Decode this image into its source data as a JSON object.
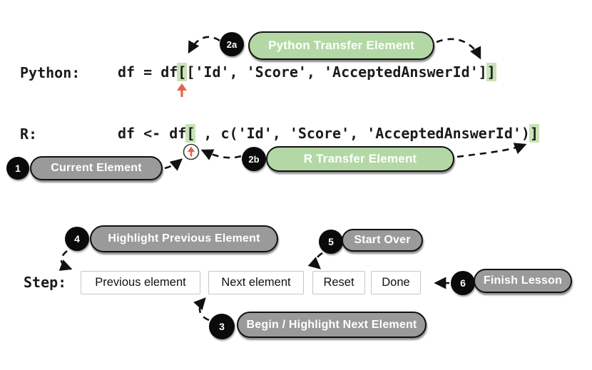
{
  "python_line": {
    "label": "Python:",
    "before": "df = df",
    "open_bracket": "[",
    "middle": "['Id', 'Score', 'AcceptedAnswerId']",
    "close_bracket": "]"
  },
  "r_line": {
    "label": "R:",
    "before": "df <- df",
    "open_bracket": "[",
    "middle": " , c('Id', 'Score', 'AcceptedAnswerId')",
    "close_bracket": "]"
  },
  "step": {
    "label": "Step:",
    "buttons": {
      "previous": "Previous element",
      "next": "Next element",
      "reset": "Reset",
      "done": "Done"
    }
  },
  "callouts": {
    "current_element": {
      "badge": "1",
      "label": "Current Element",
      "style": "gray"
    },
    "python_transfer": {
      "badge": "2a",
      "label": "Python Transfer Element",
      "style": "green"
    },
    "r_transfer": {
      "badge": "2b",
      "label": "R Transfer Element",
      "style": "green"
    },
    "begin_next": {
      "badge": "3",
      "label": "Begin / Highlight Next Element",
      "style": "gray"
    },
    "highlight_previous": {
      "badge": "4",
      "label": "Highlight Previous Element",
      "style": "gray"
    },
    "start_over": {
      "badge": "5",
      "label": "Start Over",
      "style": "gray"
    },
    "finish_lesson": {
      "badge": "6",
      "label": "Finish Lesson",
      "style": "gray"
    }
  },
  "icons": {
    "python_bracket_pointer": "red-up-arrow",
    "r_bracket_pointer": "circled-red-up-arrow"
  },
  "arrows": [
    {
      "from": "badge-2a",
      "to": "python-open-bracket"
    },
    {
      "from": "python-transfer-pill",
      "to": "python-close-bracket"
    },
    {
      "from": "current-element-pill",
      "to": "r-bracket-pointer"
    },
    {
      "from": "badge-2b",
      "to": "r-bracket-pointer"
    },
    {
      "from": "r-transfer-pill",
      "to": "r-close-bracket"
    },
    {
      "from": "badge-4",
      "to": "previous-element-button"
    },
    {
      "from": "badge-5",
      "to": "reset-button"
    },
    {
      "from": "badge-6",
      "to": "done-button"
    },
    {
      "from": "badge-3",
      "to": "next-element-button"
    }
  ],
  "colors": {
    "transfer_green": "#b3d8a5",
    "code_highlight_green": "#c8e3b8",
    "callout_gray": "#9a9a9a",
    "badge_black": "#0a0a0a",
    "pointer_red": "#e8604a",
    "button_border": "#c6c6c6"
  }
}
